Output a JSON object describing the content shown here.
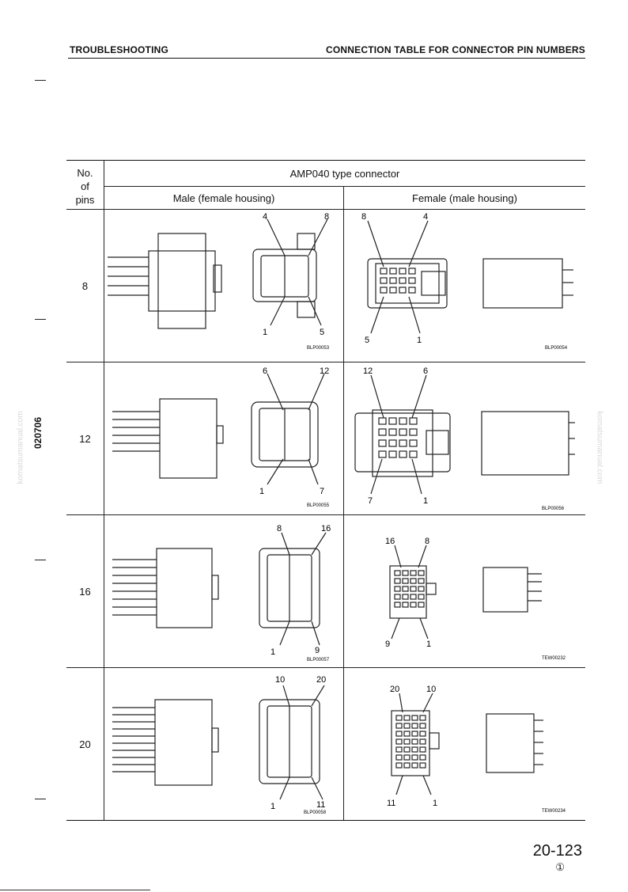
{
  "header": {
    "left": "TROUBLESHOOTING",
    "right": "CONNECTION TABLE FOR CONNECTOR PIN NUMBERS"
  },
  "side_code": "020706",
  "watermark": "komatsumanual.com",
  "table": {
    "pins_header": [
      "No.",
      "of",
      "pins"
    ],
    "type_header": "AMP040 type connector",
    "male_header": "Male (female housing)",
    "female_header": "Female (male housing)",
    "rows": [
      {
        "pins": "8",
        "male": {
          "top_left": "4",
          "top_right": "8",
          "bottom_left": "1",
          "bottom_right": "5",
          "code": "BLP00053"
        },
        "female": {
          "top_left": "8",
          "top_right": "4",
          "bottom_left": "5",
          "bottom_right": "1",
          "code": "BLP00054"
        }
      },
      {
        "pins": "12",
        "male": {
          "top_left": "6",
          "top_right": "12",
          "bottom_left": "1",
          "bottom_right": "7",
          "code": "BLP00055"
        },
        "female": {
          "top_left": "12",
          "top_right": "6",
          "bottom_left": "7",
          "bottom_right": "1",
          "code": "BLP00056"
        }
      },
      {
        "pins": "16",
        "male": {
          "top_left": "8",
          "top_right": "16",
          "bottom_left": "1",
          "bottom_right": "9",
          "code": "BLP00057"
        },
        "female": {
          "top_left": "16",
          "top_right": "8",
          "bottom_left": "9",
          "bottom_right": "1",
          "code": "TEW00232"
        }
      },
      {
        "pins": "20",
        "male": {
          "top_left": "10",
          "top_right": "20",
          "bottom_left": "1",
          "bottom_right": "11",
          "code": "BLP00058"
        },
        "female": {
          "top_left": "20",
          "top_right": "10",
          "bottom_left": "11",
          "bottom_right": "1",
          "code": "TEW00234"
        }
      }
    ]
  },
  "footer": {
    "page": "20-123",
    "revision": "①"
  }
}
